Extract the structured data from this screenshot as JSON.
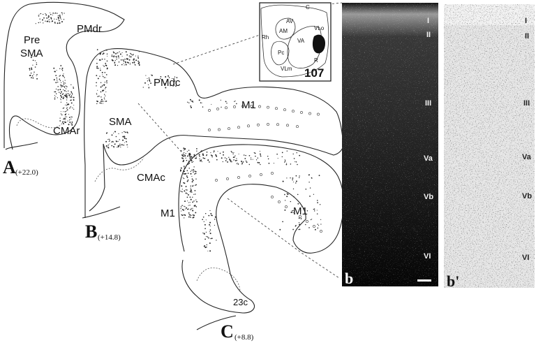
{
  "sections": {
    "a": {
      "letter": "A",
      "coord": "(+22.0)",
      "labels": {
        "pmdr": "PMdr",
        "pre": "Pre",
        "sma": "SMA",
        "cmar": "CMAr"
      }
    },
    "b": {
      "letter": "B",
      "coord": "(+14.8)",
      "labels": {
        "pmdc": "PMdc",
        "sma": "SMA",
        "m1": "M1",
        "cmac": "CMAc"
      }
    },
    "c": {
      "letter": "C",
      "coord": "(+8.8)",
      "labels": {
        "m1_left": "M1",
        "m1_right": "M1",
        "c23": "23c"
      }
    }
  },
  "inset": {
    "number": "107",
    "labels": {
      "av": "AV",
      "am": "AM",
      "c": "C",
      "vlo": "VLo",
      "va": "VA",
      "rh": "Rh",
      "pc": "Pc",
      "r": "R",
      "vlm": "VLm"
    }
  },
  "panels": {
    "b": {
      "label": "b",
      "layers": [
        "I",
        "II",
        "III",
        "Va",
        "Vb",
        "VI"
      ]
    },
    "b_prime": {
      "label": "b'",
      "layers": [
        "I",
        "II",
        "III",
        "Va",
        "Vb",
        "VI"
      ]
    }
  }
}
